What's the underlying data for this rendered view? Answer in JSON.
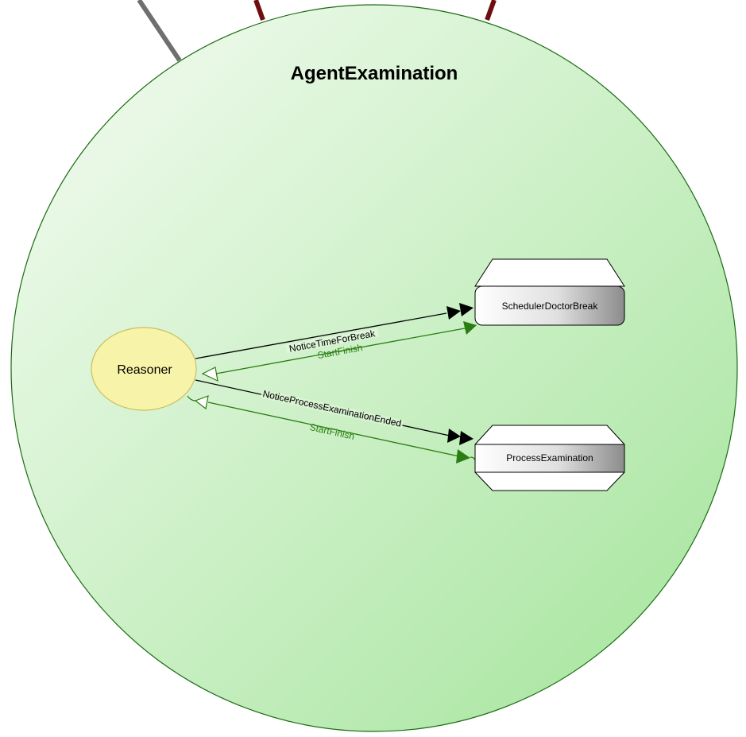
{
  "diagram": {
    "title": "AgentExamination",
    "nodes": {
      "reasoner": "Reasoner",
      "scheduler": "SchedulerDoctorBreak",
      "process": "ProcessExamination"
    },
    "edges": {
      "notice_break": "NoticeTimeForBreak",
      "start_finish_1": "StartFinish",
      "notice_process": "NoticeProcessExaminationEnded",
      "start_finish_2": "StartFinish"
    },
    "colors": {
      "agent_fill_light": "#f3fbf1",
      "agent_fill_dark": "#a8e6a0",
      "agent_stroke": "#1a6b12",
      "reasoner_fill": "#f7f3a8",
      "reasoner_stroke": "#c8c060",
      "message_edge": "#000000",
      "control_edge": "#2a7d10",
      "link_gray": "#6f6f6f",
      "link_dark_red": "#6e0f0f"
    }
  }
}
